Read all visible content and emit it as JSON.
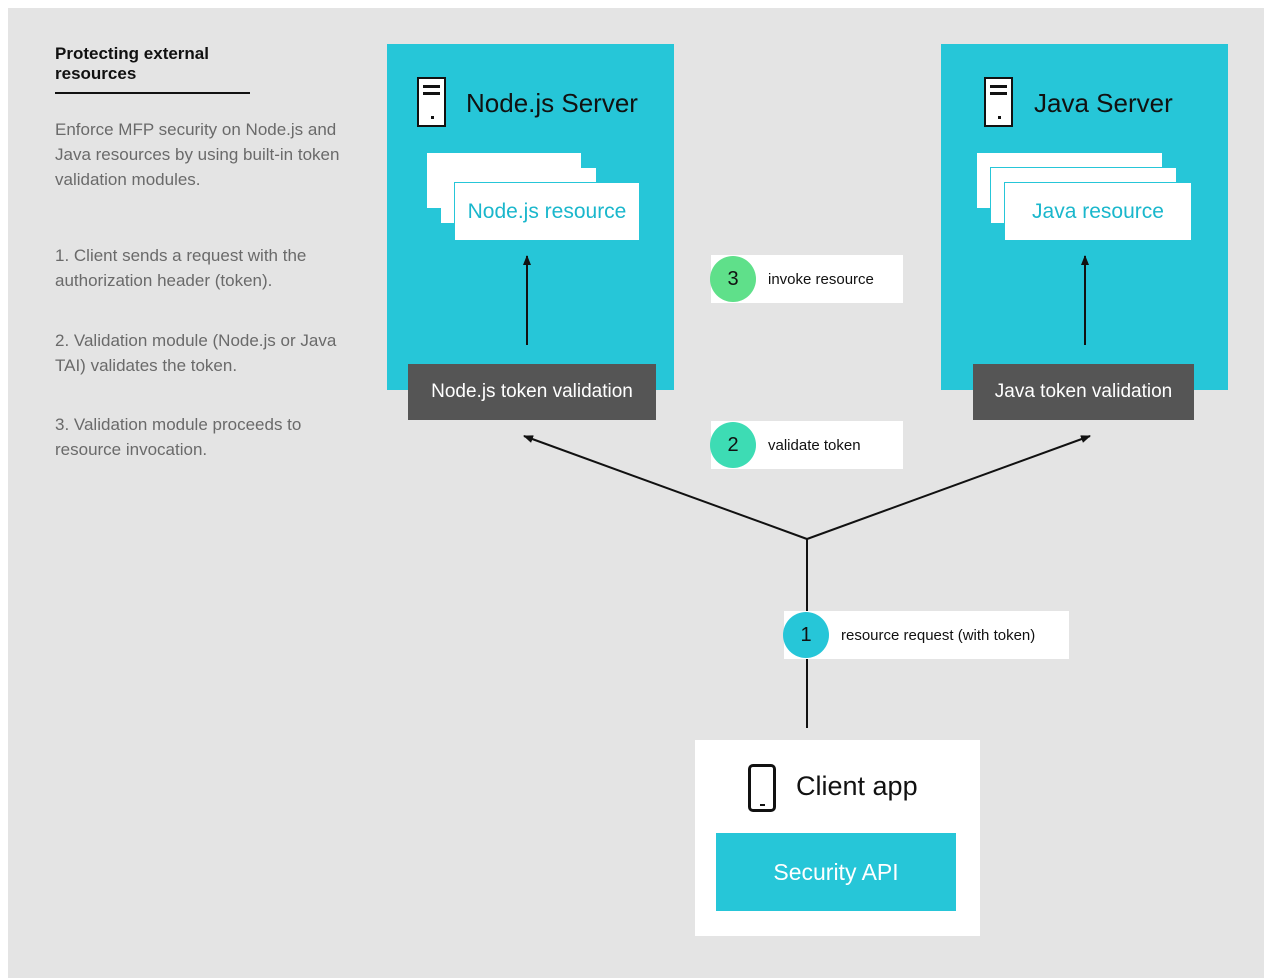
{
  "sidebar": {
    "title": "Protecting external resources",
    "intro": "Enforce MFP security on Node.js and Java resources by using built-in token validation modules.",
    "steps": [
      "1. Client sends a request with the authorization header (token).",
      "2. Validation module (Node.js or Java TAI) validates the token.",
      "3. Validation module proceeds to resource invocation."
    ]
  },
  "node_server": {
    "title": "Node.js Server",
    "icon": "server-icon",
    "resource_label": "Node.js resource",
    "validation_label": "Node.js token validation"
  },
  "java_server": {
    "title": "Java Server",
    "icon": "server-icon",
    "resource_label": "Java resource",
    "validation_label": "Java token validation"
  },
  "steps": [
    {
      "number": "1",
      "label": "resource request (with token)",
      "color": "#26c6d8"
    },
    {
      "number": "2",
      "label": "validate token",
      "color": "#3ddcb4"
    },
    {
      "number": "3",
      "label": "invoke resource",
      "color": "#5fe08a"
    }
  ],
  "client": {
    "title": "Client app",
    "icon": "mobile-phone-icon",
    "api_label": "Security API"
  },
  "colors": {
    "accent": "#26c6d8",
    "background": "#e4e4e4",
    "validation_box": "#555555"
  }
}
